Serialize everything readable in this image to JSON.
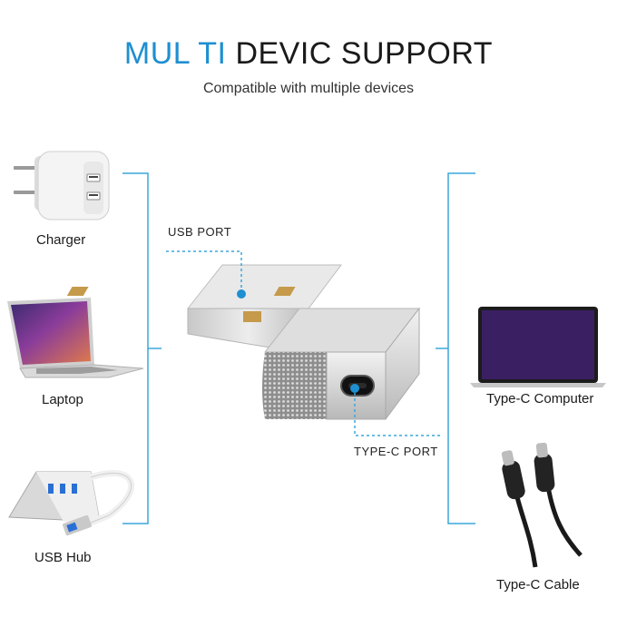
{
  "header": {
    "title_part1": "MUL TI",
    "title_part2": "DEVIC SUPPORT",
    "subtitle": "Compatible with multiple devices"
  },
  "devices": {
    "charger": "Charger",
    "laptop": "Laptop",
    "usb_hub": "USB Hub",
    "computer": "Type-C Computer",
    "cable": "Type-C Cable"
  },
  "ports": {
    "usb": "USB PORT",
    "typec": "TYPE-C PORT"
  },
  "colors": {
    "accent": "#1e8fd1",
    "line": "#3aa7dc",
    "text": "#1a1a1a"
  }
}
